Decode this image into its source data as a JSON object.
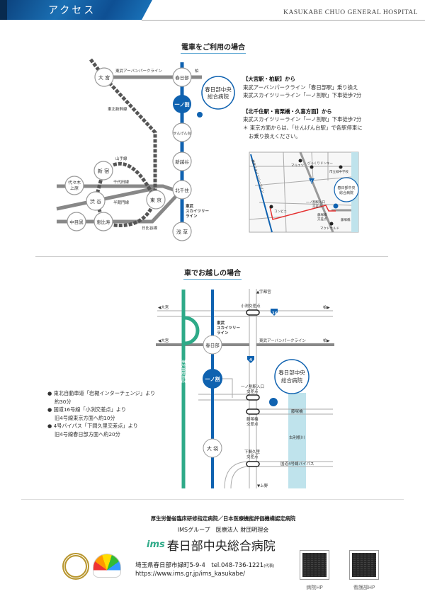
{
  "header": {
    "title": "アクセス",
    "hospital_en": "KASUKABE CHUO GENERAL HOSPITAL"
  },
  "train": {
    "section_title": "電車をご利用の場合",
    "stations": {
      "omiya": "大 宮",
      "kasukabe": "春日部",
      "ichinowari": "一ノ割",
      "sengendai": "せんげん台",
      "shinkoshigaya": "新越谷",
      "kitasenju": "北千住",
      "asakusa": "浅 草",
      "shinjuku": "新 宿",
      "yoyogi1": "代々木",
      "yoyogi2": "上原",
      "shibuya": "渋 谷",
      "tokyo": "東 京",
      "nakameguro": "中目黒",
      "ebisu": "恵比寿"
    },
    "lines": {
      "urban_park": "東武アーバンパークライン",
      "kashiwa": "柏",
      "shinkansen": "東北新幹線",
      "yamanote": "山手線",
      "chiyoda": "千代田線",
      "hanzomon": "半蔵門線",
      "hibiya": "日比谷線",
      "skytree1": "東武",
      "skytree2": "スカイツリー",
      "skytree3": "ライン"
    },
    "hospital1": "春日部中央",
    "hospital2": "総合病院",
    "route1_head": "【大宮駅・柏駅】から",
    "route1_l1": "東武アーバンパークライン「春日部駅」乗り換え",
    "route1_l2": "東武スカイツリーライン「一ノ割駅」下車徒歩7分",
    "route2_head": "【北千住駅・南栗橋・久喜方面】から",
    "route2_l1": "東武スカイツリーライン「一ノ割駅」下車徒歩7分",
    "note_l1": "＊ 東京方面からは、「せんげん台駅」で各駅停車に",
    "note_l2": "お乗り換えください。",
    "local_map": {
      "line": "東武スカイツリーライン",
      "marue": "マルエツ",
      "donki": "びっくりドンキー",
      "school": "市立緑中学校",
      "route": "4",
      "hospital1": "春日部中央",
      "hospital2": "総合病院",
      "conv": "コンビニ",
      "cross1a": "一ノ割駅入口",
      "cross1b": "交差点",
      "cross2a": "藤塚橋",
      "cross2b": "交差点",
      "bridge": "藤塚橋",
      "mcd": "マクドナルド"
    }
  },
  "car": {
    "section_title": "車でお越しの場合",
    "labels": {
      "utsunomiya": "▲宇都宮",
      "omiya1": "◀大宮",
      "omiya2": "◀大宮",
      "kashiwa1": "柏▶",
      "kashiwa2": "柏▶",
      "kozumi": "小渕交差点",
      "r16": "16",
      "r4": "4",
      "urban": "東武アーバンパークライン",
      "sky1": "東武",
      "sky2": "スカイツリー",
      "sky3": "ライン",
      "expressway": "東北自動車道",
      "kasukabe": "春日部",
      "ichinowari": "一ノ割",
      "iriguchi1": "一ノ割駅入口",
      "iriguchi2": "交差点",
      "fujitsuka1": "藤塚橋",
      "fujitsuka2": "交差点",
      "fujitsuka_bridge": "藤塚橋",
      "river": "古利根川",
      "ofukuro": "大 袋",
      "shimoma1": "下間久里",
      "shimoma2": "交差点",
      "bypass": "国道4号線バイパス",
      "ueno": "▼上野",
      "hospital1": "春日部中央",
      "hospital2": "総合病院"
    },
    "notes": [
      {
        "l1": "東北自動車道「岩槻インターチェンジ」より",
        "l2": "約30分"
      },
      {
        "l1": "国道16号線「小渕交差点」より",
        "l2": "旧4号線東京方面へ約10分"
      },
      {
        "l1": "4号バイパス「下間久里交差点」より",
        "l2": "旧4号線春日部方面へ約20分"
      }
    ]
  },
  "footer": {
    "cert": "厚生労働省臨床研修指定病院／日本医療機能評価機構認定病院",
    "group": "IMSグループ　医療法人 財団明理会",
    "logo_text": "ims",
    "hospital_name": "春日部中央総合病院",
    "address": "埼玉県春日部市緑町5-9-4　tel.048-736-1221",
    "address_note": "(代表)",
    "url": "https://www.ims.gr.jp/ims_kasukabe/",
    "qr1_label": "病院HP",
    "qr2_label": "看護部HP"
  },
  "colors": {
    "blue": "#0f62b0",
    "green": "#2eaa88",
    "gray": "#888888",
    "river": "#bfe3ec",
    "route": "#e53030"
  }
}
